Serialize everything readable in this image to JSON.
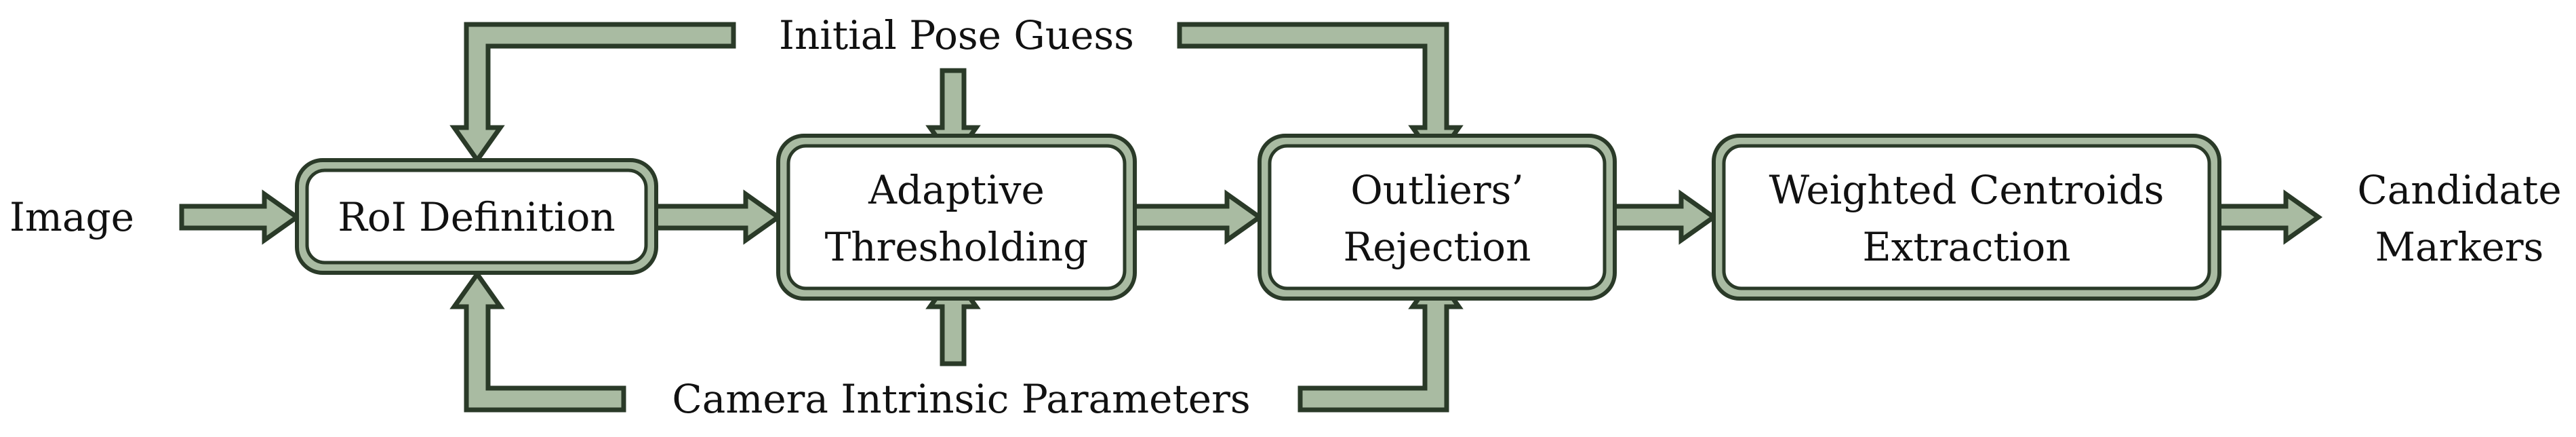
{
  "nodes": {
    "image": {
      "label": "Image"
    },
    "roi": {
      "label": "RoI Definition"
    },
    "adaptive": {
      "line1": "Adaptive",
      "line2": "Thresholding"
    },
    "outliers": {
      "line1": "Outliers’",
      "line2": "Rejection"
    },
    "centroids": {
      "line1": "Weighted Centroids",
      "line2": "Extraction"
    },
    "output": {
      "line1": "Candidate",
      "line2": "Markers"
    }
  },
  "inputs": {
    "pose": {
      "label": "Initial Pose Guess"
    },
    "camera": {
      "label": "Camera Intrinsic Parameters"
    }
  },
  "colors": {
    "arrow_fill": "#a9bba2",
    "outline": "#2a3a28",
    "box_fill": "#ffffff",
    "text": "#111111"
  }
}
